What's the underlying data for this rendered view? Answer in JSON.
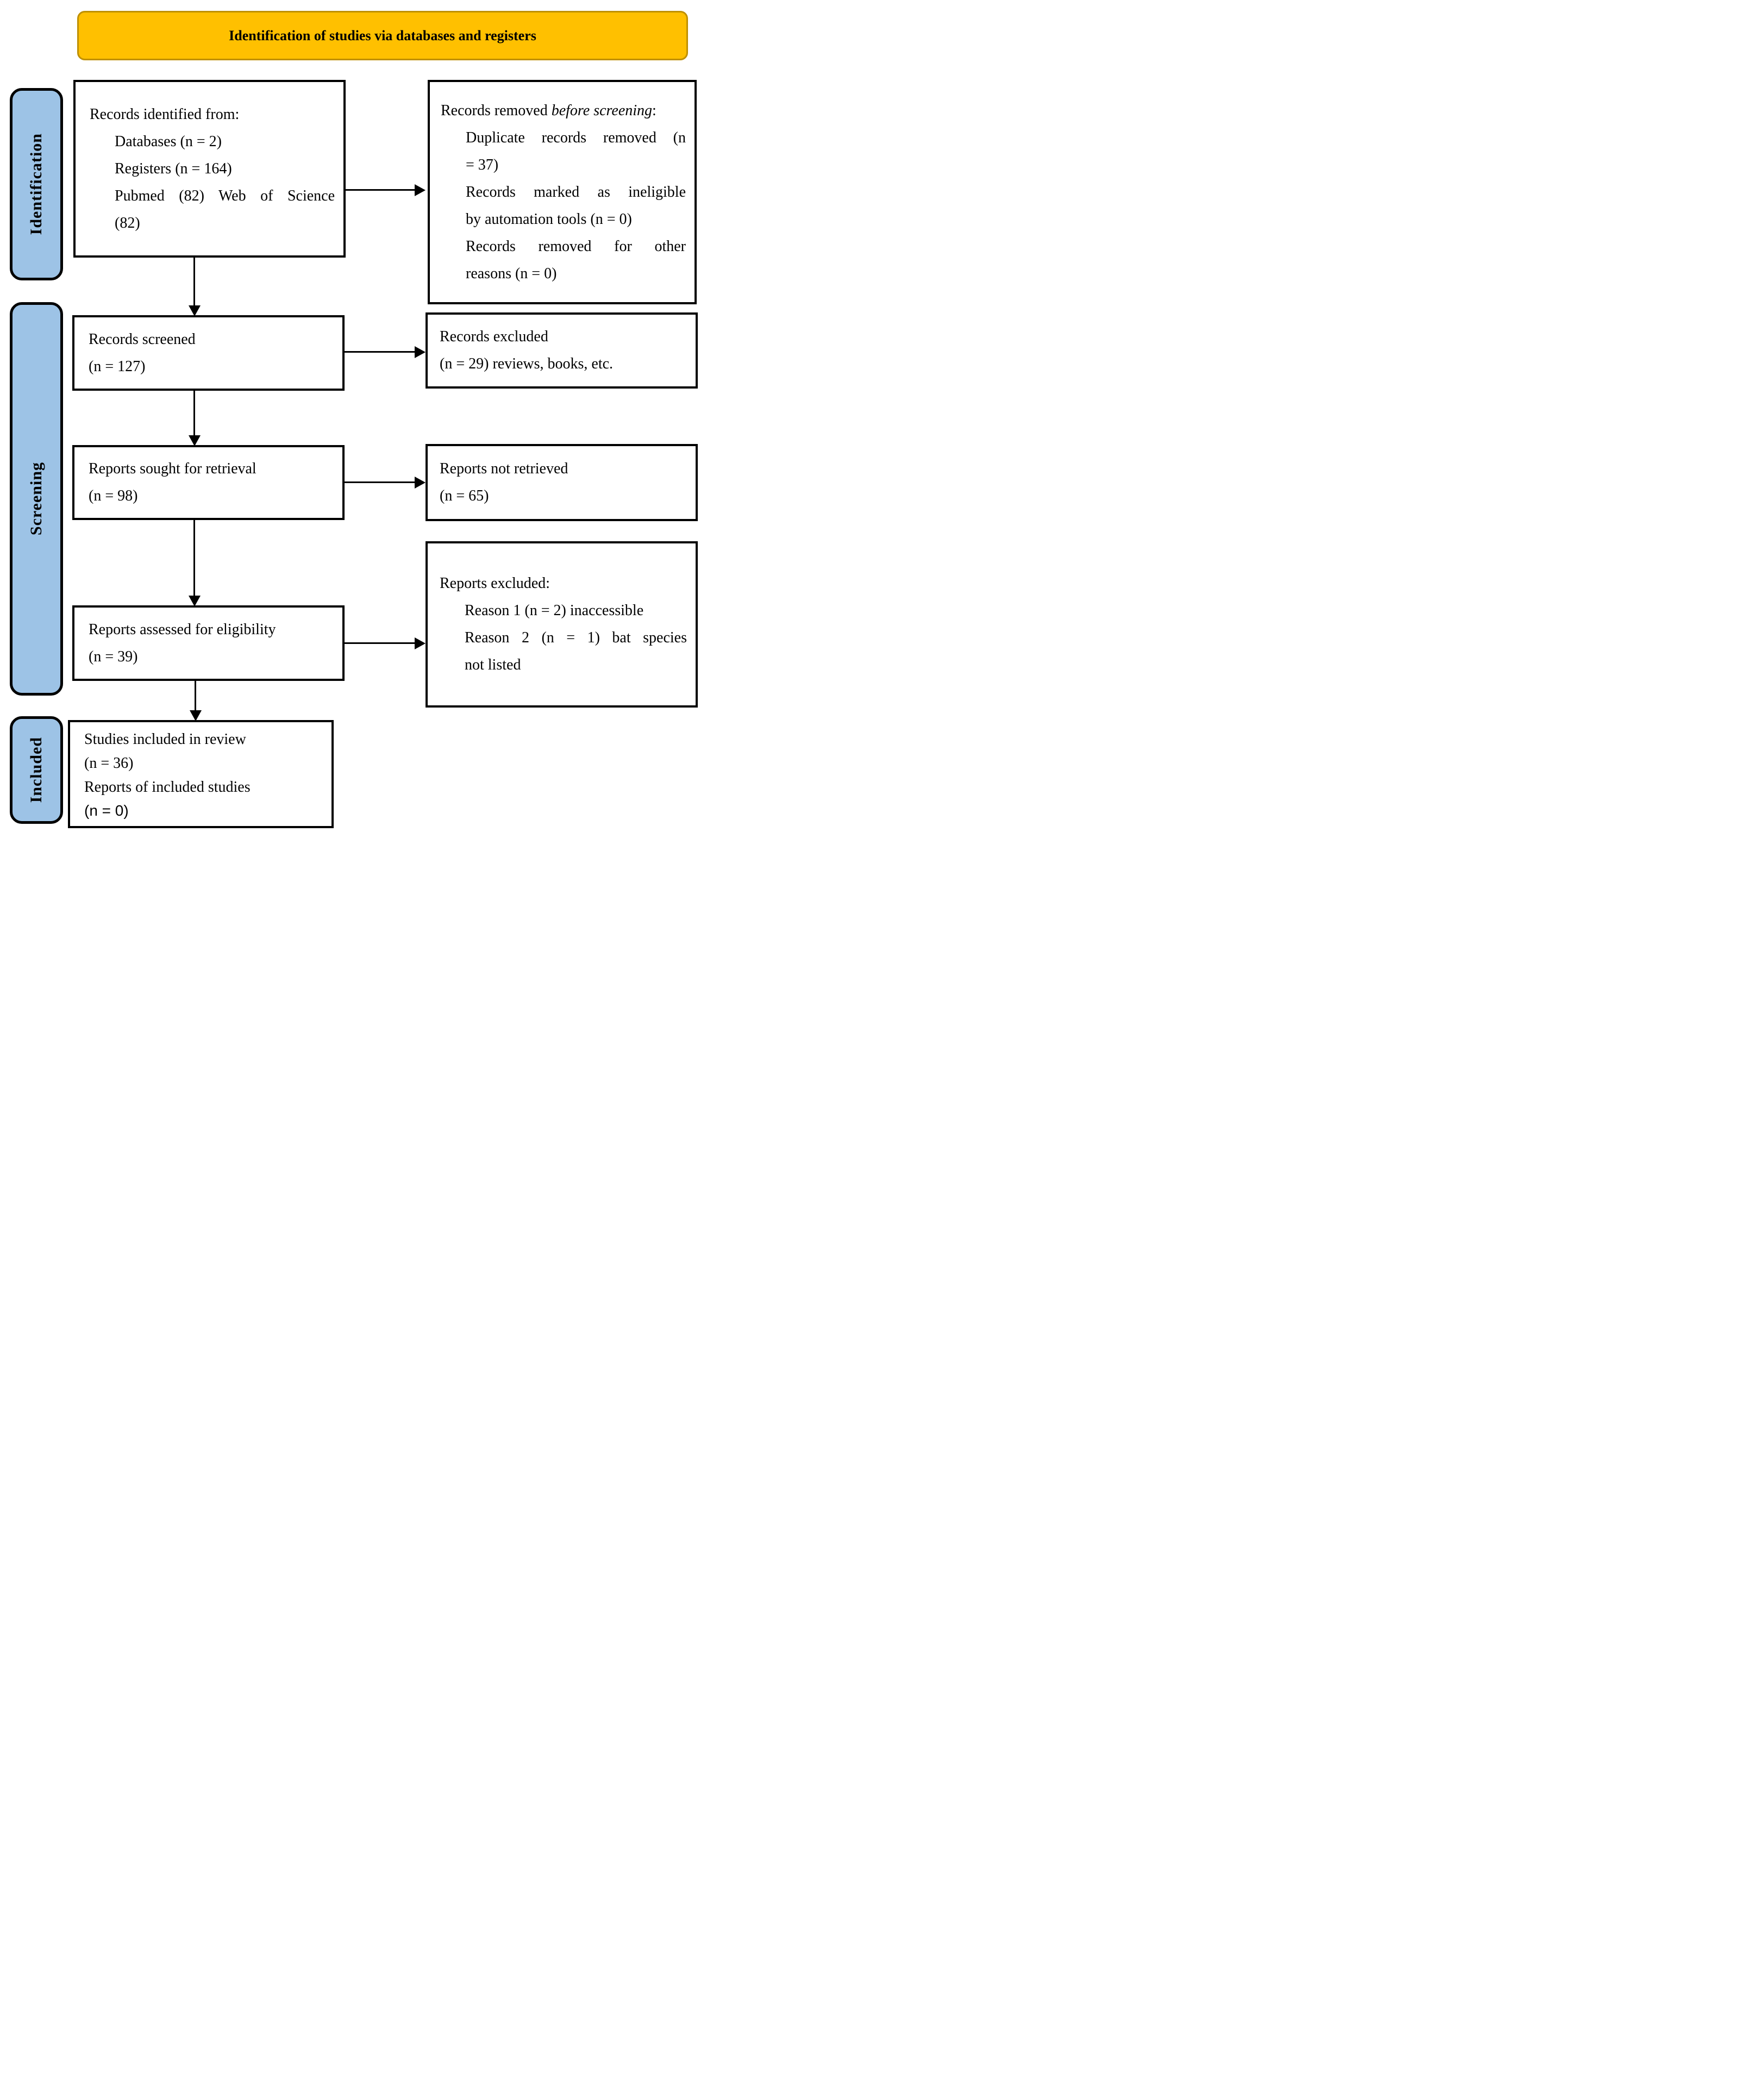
{
  "banner": {
    "title": "Identification of studies via databases and registers",
    "bg_color": "#FFC000",
    "border_color": "#BF9000"
  },
  "stages": [
    {
      "label": "Identification"
    },
    {
      "label": "Screening"
    },
    {
      "label": "Included"
    }
  ],
  "stage_tab_color": "#9DC3E6",
  "boxes": {
    "identified": {
      "title": "Records identified from:",
      "items": [
        "Databases (n = 2)",
        "Registers (n = 164)",
        "Pubmed (82) Web of Science",
        "(82)"
      ]
    },
    "removed": {
      "title_prefix": "Records removed ",
      "title_italic": "before screening",
      "title_suffix": ":",
      "items": [
        "Duplicate records removed (n",
        "= 37)",
        "Records marked as ineligible",
        "by automation tools (n = 0)",
        "Records removed for other",
        "reasons (n = 0)"
      ]
    },
    "screened": {
      "title": "Records screened",
      "count": "(n = 127)"
    },
    "records_excluded": {
      "title": "Records excluded",
      "count": "(n = 29) reviews, books, etc."
    },
    "sought": {
      "title": "Reports sought for retrieval",
      "count": "(n = 98)"
    },
    "not_retrieved": {
      "title": "Reports not retrieved",
      "count": "(n = 65)"
    },
    "assessed": {
      "title": "Reports assessed for eligibility",
      "count": "(n = 39)"
    },
    "reports_excluded": {
      "title": "Reports excluded:",
      "items": [
        "Reason 1 (n = 2) inaccessible",
        "Reason 2 (n = 1) bat species",
        "not listed"
      ]
    },
    "included": {
      "lines": [
        "Studies included in review",
        "(n = 36)",
        "Reports of included studies",
        "(n = 0)"
      ]
    }
  }
}
